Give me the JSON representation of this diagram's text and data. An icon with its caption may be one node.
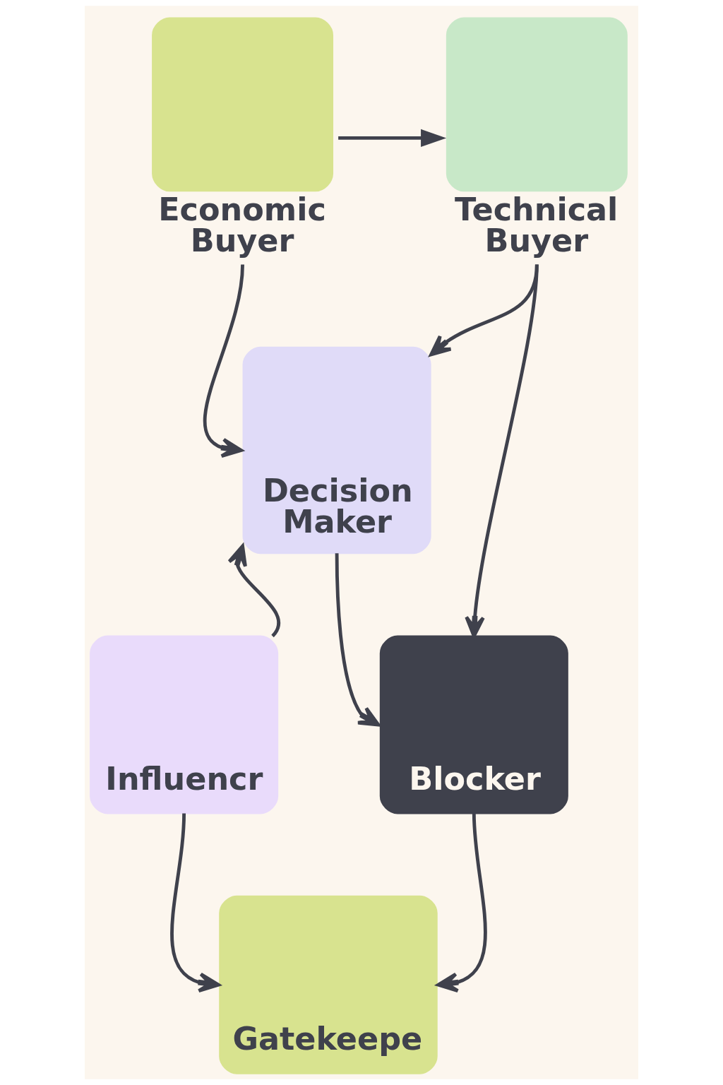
{
  "diagram": {
    "nodes": [
      {
        "text": [
          "Economic Buyer"
        ]
      },
      {
        "text": [
          "Technical Buyer"
        ]
      },
      {
        "text": [
          "Decision Maker"
        ]
      },
      {
        "text": [
          "Influencr"
        ]
      },
      {
        "text": [
          "Blocker"
        ]
      },
      {
        "text": [
          "Gatekeepe"
        ]
      }
    ],
    "edges": [
      {
        "from": 0,
        "to": 1,
        "arrow": "to"
      },
      {
        "from": 1,
        "to": 2,
        "arrow": "to"
      },
      {
        "from": 0,
        "to": 2,
        "arrow": "to"
      },
      {
        "from": 1,
        "to": 4,
        "arrow": "to"
      },
      {
        "from": 3,
        "to": 2,
        "arrow": "to"
      },
      {
        "from": 2,
        "to": 4,
        "arrow": "to"
      },
      {
        "from": 3,
        "to": 5,
        "arrow": "to"
      },
      {
        "from": 4,
        "to": 5,
        "arrow": "to"
      }
    ]
  }
}
